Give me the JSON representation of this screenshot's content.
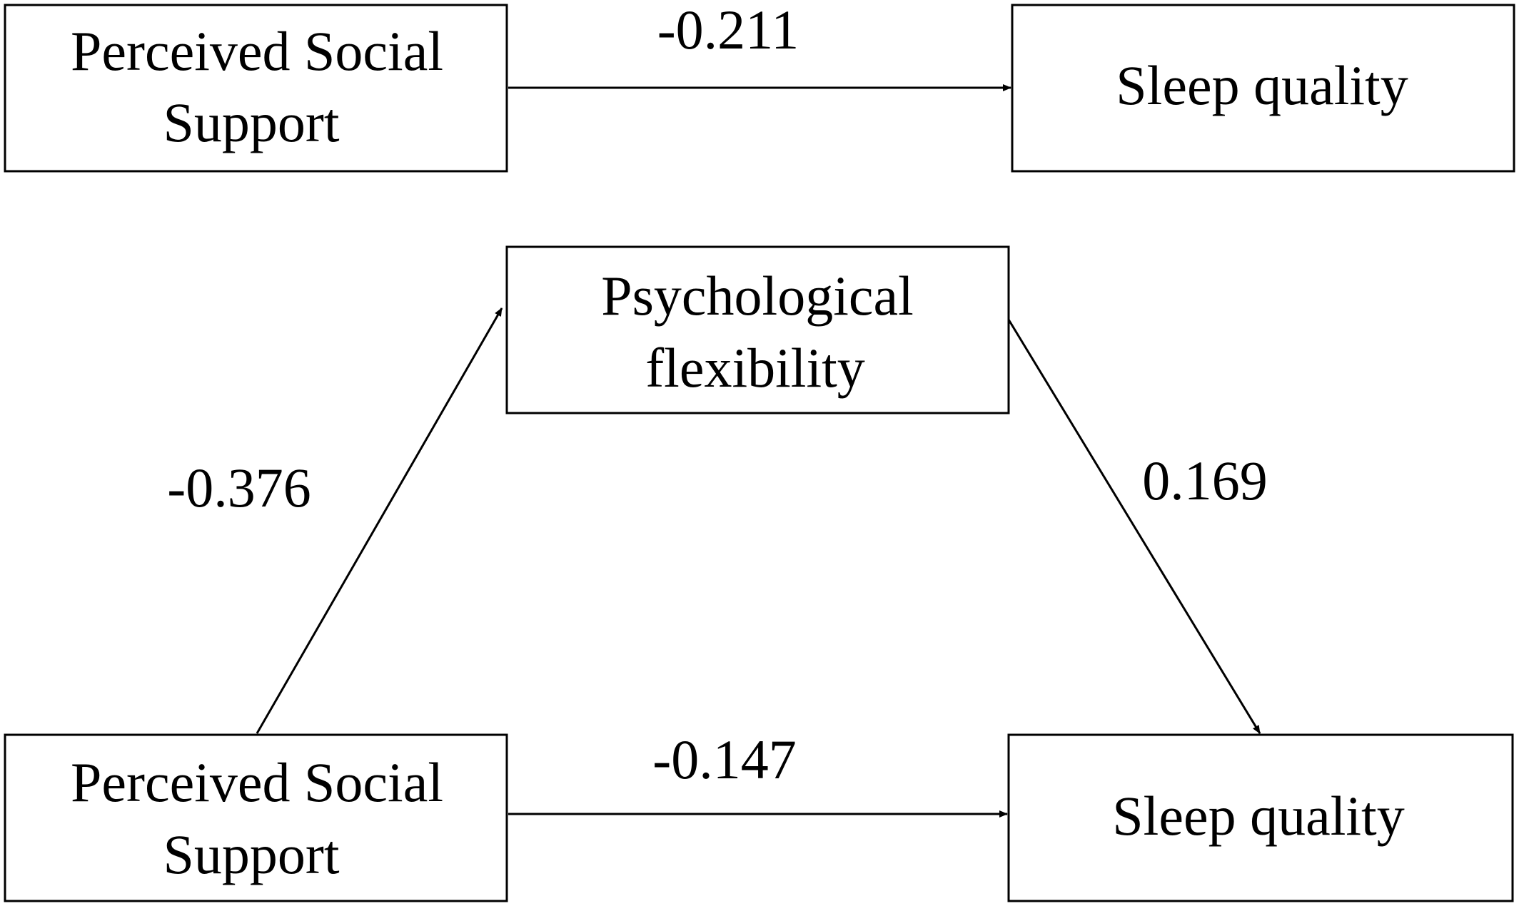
{
  "diagram": {
    "total_effect": {
      "source_label_line1": "Perceived Social",
      "source_label_line2": "Support",
      "target_label": "Sleep quality",
      "coefficient": "-0.211"
    },
    "mediation": {
      "mediator_label_line1": "Psychological",
      "mediator_label_line2": "flexibility",
      "source_label_line1": "Perceived Social",
      "source_label_line2": "Support",
      "target_label": "Sleep quality",
      "path_a_coefficient": "-0.376",
      "path_b_coefficient": "0.169",
      "path_c_prime_coefficient": "-0.147"
    },
    "colors": {
      "stroke": "#000000",
      "background": "#ffffff"
    }
  }
}
